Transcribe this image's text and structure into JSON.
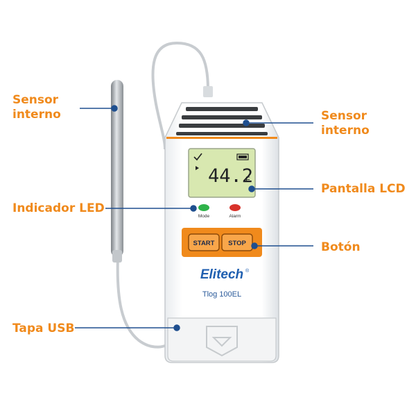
{
  "labels": {
    "sensor_left": "Sensor interno",
    "sensor_right": "Sensor interno",
    "lcd": "Pantalla LCD",
    "led": "Indicador LED",
    "button": "Botón",
    "usb": "Tapa USB"
  },
  "device": {
    "brand": "Elitech",
    "registered": "®",
    "model": "Tlog 100EL",
    "temperature": "44.2",
    "unit": "F",
    "led_mode": "Mode",
    "led_alarm": "Alarm",
    "start_label": "START",
    "stop_label": "STOP"
  },
  "colors": {
    "accent": "#f08a1c",
    "leader_line": "#1f4f8f",
    "lcd": "#d8e8b0",
    "led_green": "#2fb34a",
    "led_red": "#d8322a"
  }
}
